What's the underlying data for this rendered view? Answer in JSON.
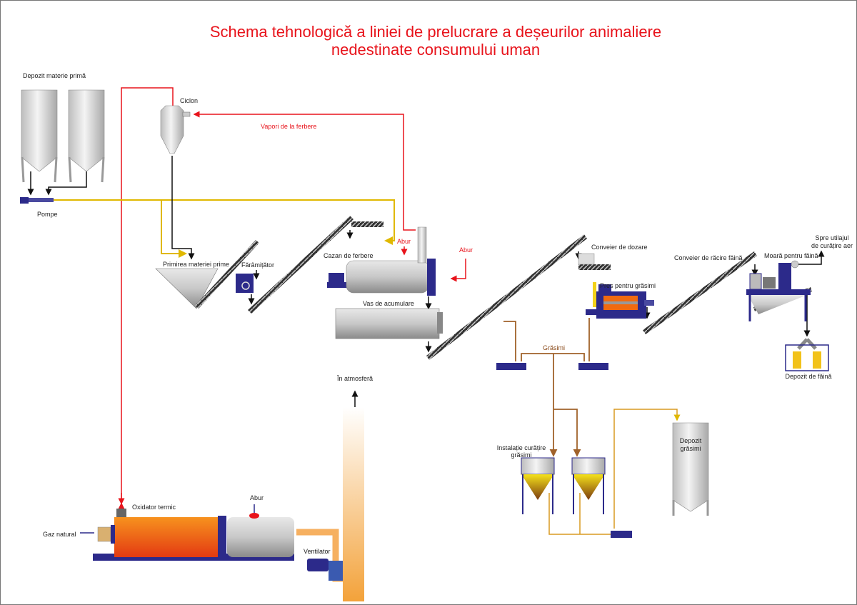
{
  "title": {
    "line1": "Schema tehnologică a liniei de prelucrare a deșeurilor animaliere",
    "line2": "nedestinate consumului uman"
  },
  "labels": {
    "raw_storage": "Depozit materie primă",
    "pumps": "Pompe",
    "cyclone": "Ciclon",
    "vapors": "Vapori de la ferbere",
    "raw_reception": "Primirea materiei prime",
    "crusher": "Fărâmițător",
    "cooker": "Cazan de ferbere",
    "steam1": "Abur",
    "steam2": "Abur",
    "accumulation_vessel": "Vas de acumulare",
    "dosing_conveyor": "Conveier de dozare",
    "fat_press": "Pres pentru grăsimi",
    "fats": "Grăsimi",
    "cooling_conveyor": "Conveier de răcire făină",
    "mill": "Moară pentru făină",
    "air_cleaning_1": "Spre utilajul",
    "air_cleaning_2": "de curățire aer",
    "meal_storage": "Depozit de făină",
    "atmosphere": "În atmosferă",
    "thermal_oxidizer": "Oxidator termic",
    "steam3": "Abur",
    "natural_gas": "Gaz natural",
    "fan": "Ventilator",
    "fat_cleaning_1": "Instalație curățire",
    "fat_cleaning_2": "grăsimi",
    "fat_storage_1": "Depozit",
    "fat_storage_2": "grăsimi"
  },
  "colors": {
    "title": "#e8131b",
    "vapor_line": "#e8131b",
    "raw_line": "#e0b800",
    "fat_line": "#a0622a",
    "equipment_blue": "#2c2a8a",
    "oxidizer": "#f06a10"
  }
}
